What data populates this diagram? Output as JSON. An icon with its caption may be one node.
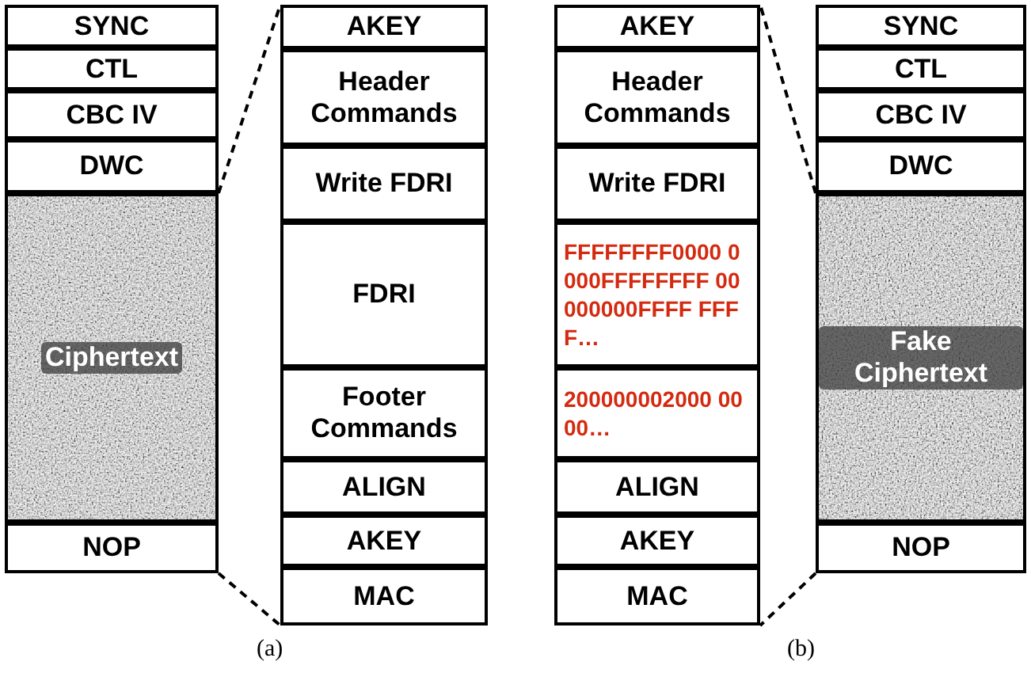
{
  "diagram": {
    "nodes": [
      {
        "text": [
          "SYNC"
        ]
      },
      {
        "text": [
          "CTL"
        ]
      },
      {
        "text": [
          "CBC IV"
        ]
      },
      {
        "text": [
          "DWC"
        ]
      },
      {
        "text": [
          "Ciphertext"
        ]
      },
      {
        "text": [
          "NOP"
        ]
      },
      {
        "text": [
          "AKEY"
        ]
      },
      {
        "text": [
          "Header Commands"
        ]
      },
      {
        "text": [
          "Write FDRI"
        ]
      },
      {
        "text": [
          "FDRI"
        ]
      },
      {
        "text": [
          "Footer Commands"
        ]
      },
      {
        "text": [
          "ALIGN"
        ]
      },
      {
        "text": [
          "AKEY"
        ]
      },
      {
        "text": [
          "MAC"
        ]
      },
      {
        "text": [
          "AKEY"
        ]
      },
      {
        "text": [
          "Header Commands"
        ]
      },
      {
        "text": [
          "Write FDRI"
        ]
      },
      {
        "text": [
          "FFFFFFFF0000 0000FFFFFFFF 00000000FFFF FFFF…"
        ]
      },
      {
        "text": [
          "200000002000 0000…"
        ]
      },
      {
        "text": [
          "ALIGN"
        ]
      },
      {
        "text": [
          "AKEY"
        ]
      },
      {
        "text": [
          "MAC"
        ]
      },
      {
        "text": [
          "SYNC"
        ]
      },
      {
        "text": [
          "CTL"
        ]
      },
      {
        "text": [
          "CBC IV"
        ]
      },
      {
        "text": [
          "DWC"
        ]
      },
      {
        "text": [
          "Fake Ciphertext"
        ]
      },
      {
        "text": [
          "NOP"
        ]
      }
    ],
    "edges": [
      {
        "from": 3,
        "to": 6,
        "arrow": "none",
        "style": "dashed"
      },
      {
        "from": 5,
        "to": 13,
        "arrow": "none",
        "style": "dashed"
      },
      {
        "from": 25,
        "to": 14,
        "arrow": "none",
        "style": "dashed"
      },
      {
        "from": 27,
        "to": 21,
        "arrow": "none",
        "style": "dashed"
      }
    ],
    "labels": [
      "(a)",
      "(b)"
    ]
  }
}
